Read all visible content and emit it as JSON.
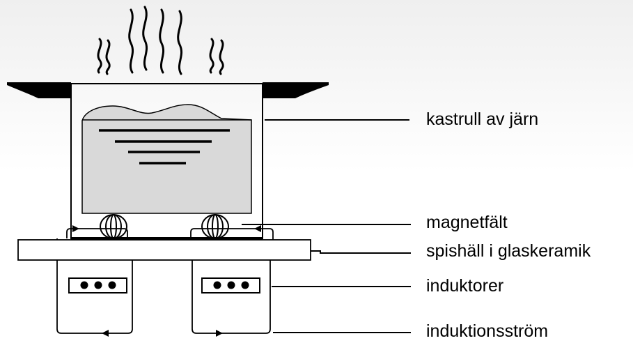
{
  "labels": {
    "pot": "kastrull av järn",
    "magnetic_field": "magnetfält",
    "cooktop": "spishäll i glaskeramik",
    "inductors": "induktorer",
    "induction_current": "induktionsström"
  },
  "colors": {
    "ink": "#000000",
    "contents": "#d9d9d9",
    "background_gradient_top": "#f4f4f4",
    "background": "#ffffff"
  }
}
